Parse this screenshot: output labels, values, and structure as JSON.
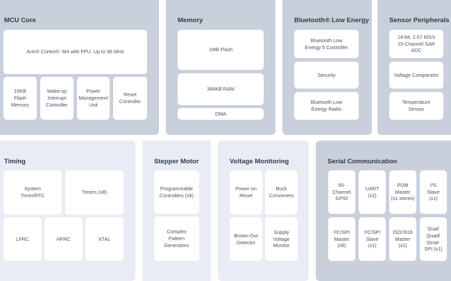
{
  "mcu": {
    "title": "MCU Core",
    "cpu": "Arm® Cortex®- M4 with FPU, Up to 96 MHz",
    "items": [
      "16KB\nFlash\nMemory",
      "Wake-up\nInterrupt\nController",
      "Power\nManagement\nUnit",
      "Reset\nController"
    ]
  },
  "memory": {
    "title": "Memory",
    "items": [
      "1MB Flash",
      "384KB RAM",
      "DMA"
    ]
  },
  "ble": {
    "title": "Bluetooth® Low Energy",
    "items": [
      "Bluetooth Low\nEnergy 5 Controller",
      "Security",
      "Bluetooth Low\nEnergy Radio"
    ]
  },
  "sensor": {
    "title": "Sensor Peripherals",
    "items": [
      "14-bit, 2.67 MS/s\n15-Channel SAR\nADC",
      "Voltage Comparator",
      "Temperature\nSensor"
    ]
  },
  "timing": {
    "title": "Timing",
    "items": [
      "System\nTimer/RTC",
      "Timers (x8)",
      "LFRC",
      "HFRC",
      "XTAL"
    ]
  },
  "stepper": {
    "title": "Stepper Motor",
    "items": [
      "Programmable\nControllers (x8)",
      "Complex\nPattern\nGenerators"
    ]
  },
  "voltage": {
    "title": "Voltage Monitoring",
    "items": [
      "Power-on\nReset",
      "Buck\nConverters",
      "Brown-Out\nDetector",
      "Supply\nVoltage\nMonitor"
    ]
  },
  "serial": {
    "title": "Serial Communication",
    "items": [
      "50-\nChannel\nGPIO",
      "UART\n(x2)",
      "PDM\nMaster\n(x1 stereo)",
      "I²S\nSlave\n(x1)",
      "I²C/SPI\nMaster\n(x6)",
      "I²C/SPI\nSlave\n(x1)",
      "ISO7816\nMaster\n(x1)",
      "Dual/\nQuad/\nOctal-\nSPI (x1)"
    ]
  }
}
